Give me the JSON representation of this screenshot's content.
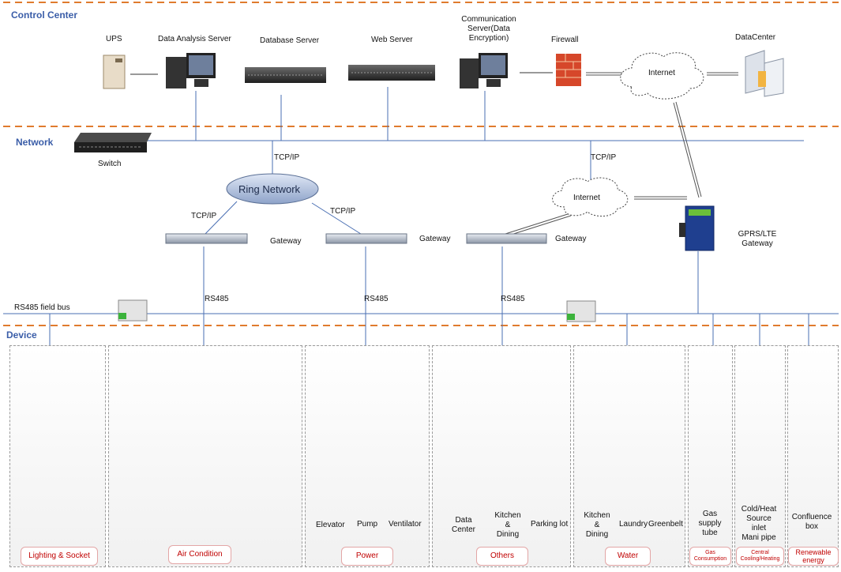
{
  "sections": {
    "control": "Control Center",
    "network": "Network",
    "device": "Device"
  },
  "control": {
    "ups": "UPS",
    "data_analysis": "Data Analysis Server",
    "database": "Database Server",
    "web": "Web Server",
    "comm": [
      "Communication",
      "Server(Data",
      "Encryption)"
    ],
    "firewall": "Firewall",
    "internet": "Internet",
    "datacenter": "DataCenter"
  },
  "network": {
    "switch": "Switch",
    "tcp1": "TCP/IP",
    "ring": "Ring Network",
    "tcp2": "TCP/IP",
    "tcp3": "TCP/IP",
    "tcp4": "TCP/IP",
    "internet": "Internet",
    "gateway1": "Gateway",
    "gateway2": "Gateway",
    "gateway3": "Gateway",
    "gprs": [
      "GPRS/LTE",
      "Gateway"
    ],
    "rs485_bus": "RS485 field bus",
    "rs485_1": "RS485",
    "rs485_2": "RS485",
    "rs485_3": "RS485"
  },
  "devices": {
    "power": [
      "Elevator",
      "Pump",
      "Ventilator"
    ],
    "others": [
      [
        "Data",
        "Center"
      ],
      [
        "Kitchen",
        "&",
        "Dining"
      ],
      [
        "Parking lot"
      ]
    ],
    "water": [
      [
        "Kitchen",
        "&",
        "Dining"
      ],
      [
        "Laundry"
      ],
      [
        "Greenbelt"
      ]
    ],
    "gas": [
      "Gas",
      "supply",
      "tube"
    ],
    "heating": [
      "Cold/Heat",
      "Source",
      "inlet",
      "Mani pipe"
    ],
    "renewable": [
      "Confluence",
      "box"
    ]
  },
  "groups": {
    "lighting": "Lighting & Socket",
    "aircon": "Air Condition",
    "power": "Power",
    "others": "Others",
    "water": "Water",
    "gas": [
      "Gas",
      "Consumption"
    ],
    "heating": [
      "Central",
      "Cooling/Heating"
    ],
    "renewable": [
      "Renewable",
      "energy"
    ]
  },
  "colors": {
    "accent": "#3a5da8",
    "divider": "#e07b2e",
    "tag_text": "#c00000",
    "line": "#4a6fb3"
  }
}
